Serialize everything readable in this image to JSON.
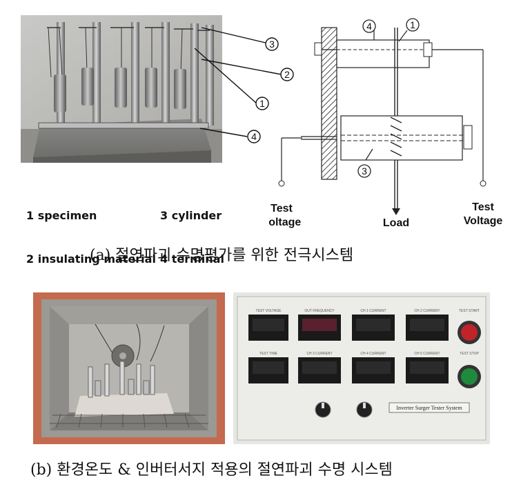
{
  "legend": {
    "item1": "1 specimen",
    "item2": "2 insulating material",
    "item3": "3 cylinder",
    "item4": "4 terminal"
  },
  "callouts": {
    "c1": "1",
    "c2": "2",
    "c3": "3",
    "c4": "4"
  },
  "diagram": {
    "test_voltage_left_line1": "Test",
    "test_voltage_left_line2": "Voltage",
    "test_voltage_right_line1": "Test",
    "test_voltage_right_line2": "Voltage",
    "load": "Load"
  },
  "panel": {
    "test_voltage": "TEST VOLTAGE",
    "out_frequency": "OUT FREQUENCY",
    "ch1": "CH 1 CURRENT",
    "ch2": "CH 2 CURRENT",
    "ch3": "CH 3 CURRENT",
    "ch4": "CH 4 CURRENT",
    "ch5": "CH 5 CURRENT",
    "test_time": "TEST TIME",
    "test_start": "TEST START",
    "test_stop": "TEST STOP",
    "nameplate": "Inverter Surger Tester System"
  },
  "captions": {
    "a": "(a) 절연파괴 수명평가를 위한 전극시스템",
    "b": "(b) 환경온도 & 인버터서지 적용의 절연파괴 수명 시스템"
  }
}
